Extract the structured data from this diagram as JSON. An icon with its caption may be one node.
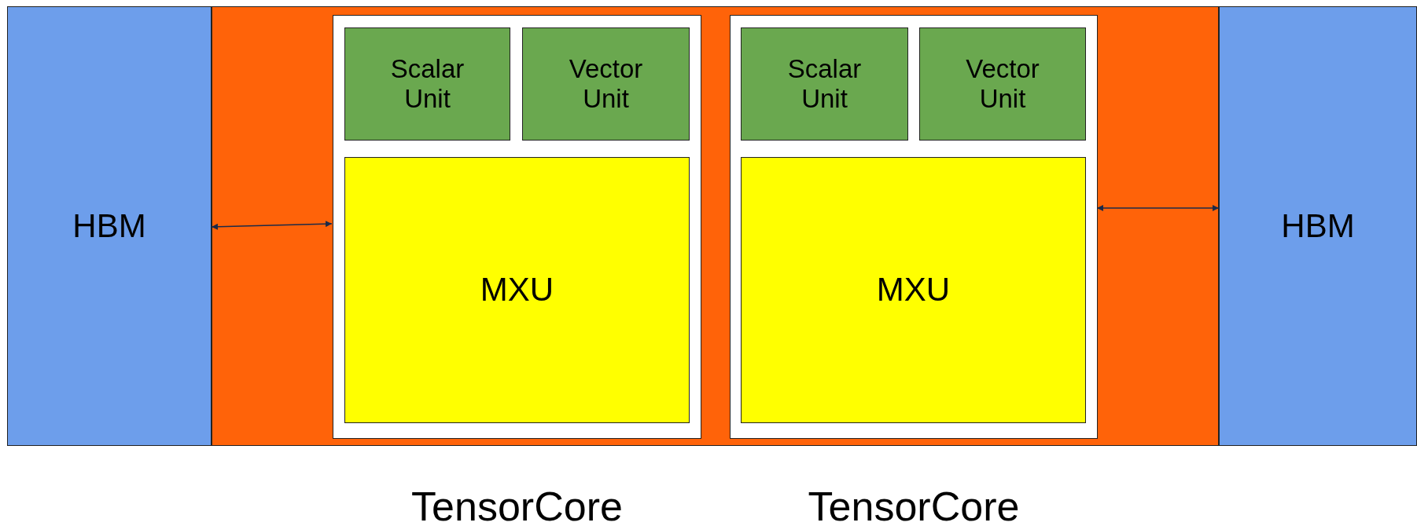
{
  "diagram": {
    "nodes": [
      {
        "text": [
          "HBM"
        ]
      },
      {
        "text": [],
        "shape": "box"
      },
      {
        "text": [
          "TensorCore"
        ],
        "in": 1
      },
      {
        "text": [
          "Scalar Unit"
        ],
        "in": 2
      },
      {
        "text": [
          "Vector Unit"
        ],
        "in": 2
      },
      {
        "text": [
          "MXU"
        ],
        "in": 2
      },
      {
        "text": [
          "TensorCore"
        ],
        "in": 1
      },
      {
        "text": [
          "Scalar Unit"
        ],
        "in": 6
      },
      {
        "text": [
          "Vector Unit"
        ],
        "in": 6
      },
      {
        "text": [
          "MXU"
        ],
        "in": 6
      },
      {
        "text": [
          "HBM"
        ]
      }
    ],
    "edges": [
      {
        "from": 0,
        "to": 2,
        "arrow": "both"
      },
      {
        "from": 6,
        "to": 10,
        "arrow": "both"
      }
    ]
  }
}
